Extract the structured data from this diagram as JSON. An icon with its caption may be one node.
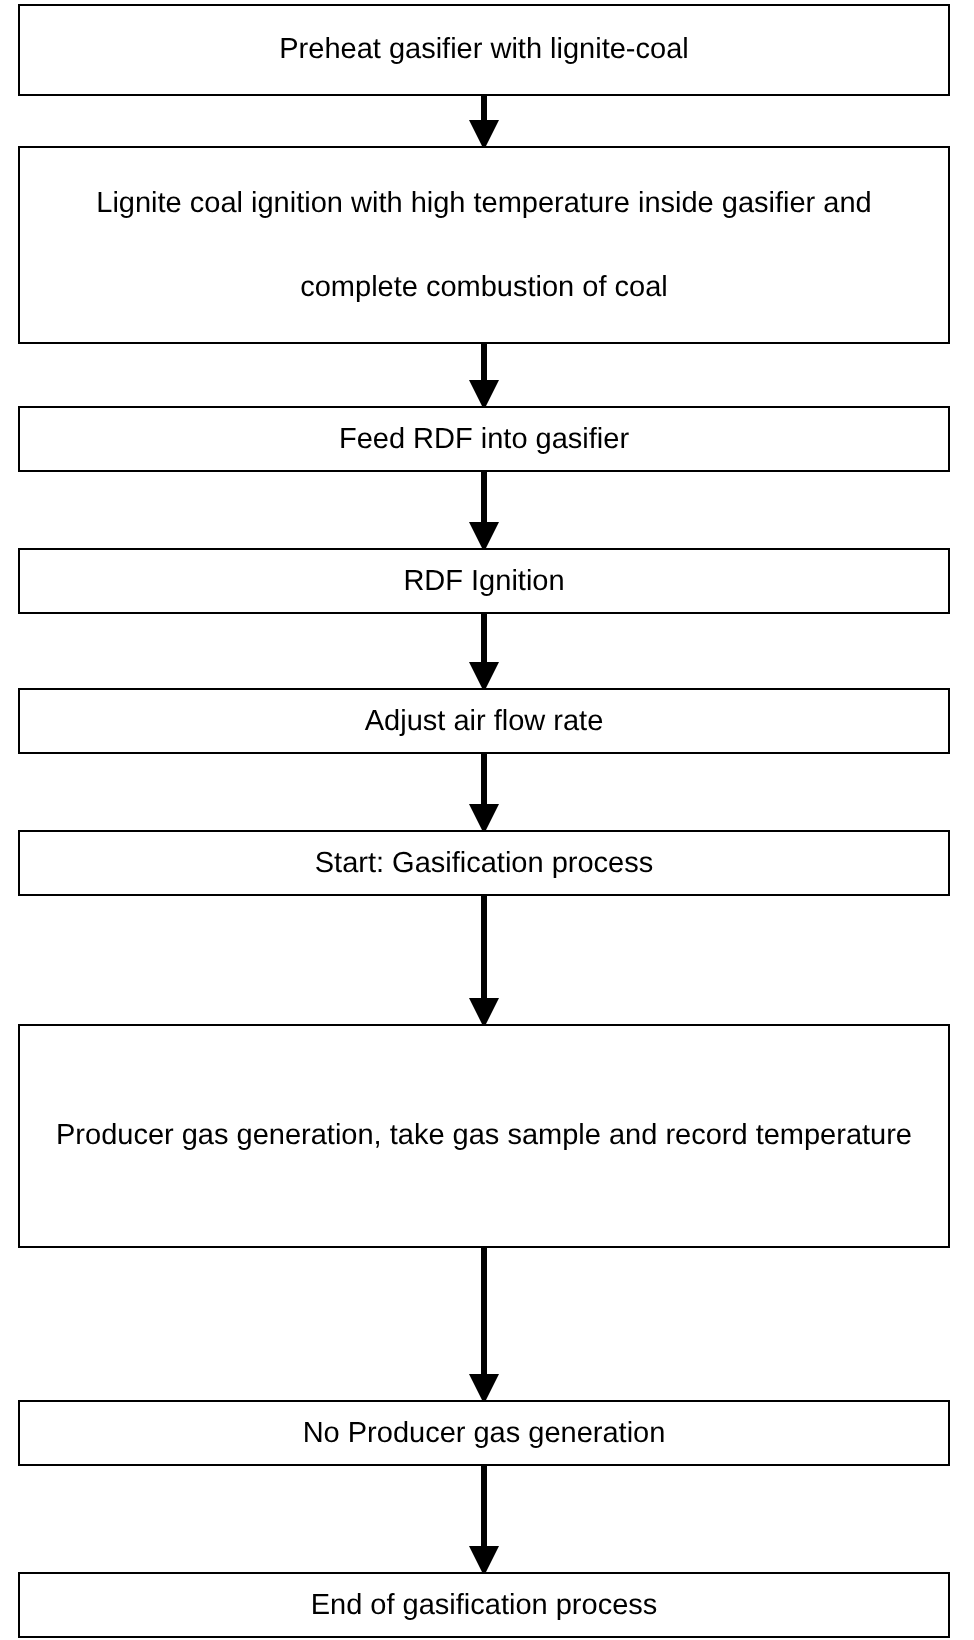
{
  "diagram": {
    "nodes": [
      {
        "text": [
          "Preheat gasifier with lignite-coal"
        ]
      },
      {
        "text": [
          "Lignite coal ignition with high temperature inside gasifier and complete combustion of coal"
        ]
      },
      {
        "text": [
          "Feed RDF into gasifier"
        ]
      },
      {
        "text": [
          "RDF Ignition"
        ]
      },
      {
        "text": [
          "Adjust air flow rate"
        ]
      },
      {
        "text": [
          "Start: Gasification process"
        ]
      },
      {
        "text": [
          "Producer gas generation, take gas sample and record temperature"
        ]
      },
      {
        "text": [
          "No Producer gas generation"
        ]
      },
      {
        "text": [
          "End of gasification process"
        ]
      }
    ],
    "edges": [
      {
        "from": 0,
        "to": 1,
        "arrow": "to"
      },
      {
        "from": 1,
        "to": 2,
        "arrow": "to"
      },
      {
        "from": 2,
        "to": 3,
        "arrow": "to"
      },
      {
        "from": 3,
        "to": 4,
        "arrow": "to"
      },
      {
        "from": 4,
        "to": 5,
        "arrow": "to"
      },
      {
        "from": 5,
        "to": 6,
        "arrow": "to"
      },
      {
        "from": 6,
        "to": 7,
        "arrow": "to"
      },
      {
        "from": 7,
        "to": 8,
        "arrow": "to"
      }
    ]
  }
}
